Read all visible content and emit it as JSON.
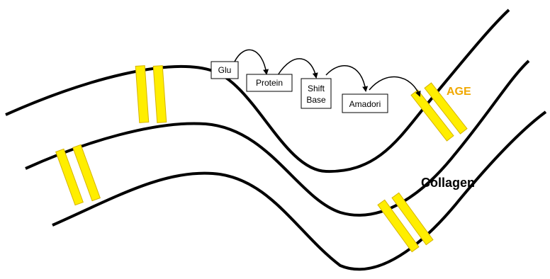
{
  "diagram": {
    "pathway_steps": [
      {
        "id": "glu",
        "label": "Glu"
      },
      {
        "id": "protein",
        "label": "Protein"
      },
      {
        "id": "shift-base",
        "label_line1": "Shift",
        "label_line2": "Base"
      },
      {
        "id": "amadori",
        "label": "Amadori"
      }
    ],
    "age_label": "AGE",
    "collagen_label": "Collagen"
  },
  "colors": {
    "strand": "#000000",
    "crosslink_fill": "#ffee00",
    "crosslink_stroke": "#d6b400",
    "age_text": "#f0a800",
    "box_border": "#000000"
  },
  "icons": [
    "curved-arrow-icon"
  ]
}
